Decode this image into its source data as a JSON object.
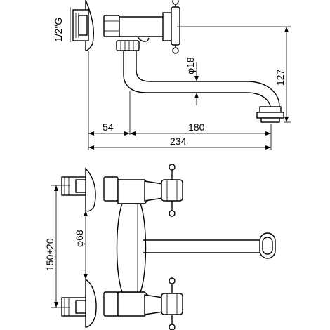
{
  "drawing": {
    "side_view": {
      "thread_label": "1/2\"G",
      "diameter_label": "φ18",
      "height_label": "127",
      "offset_label": "54",
      "spout_label": "180",
      "total_label": "234"
    },
    "front_view": {
      "centers_label": "150±20",
      "flange_label": "φ68"
    }
  }
}
